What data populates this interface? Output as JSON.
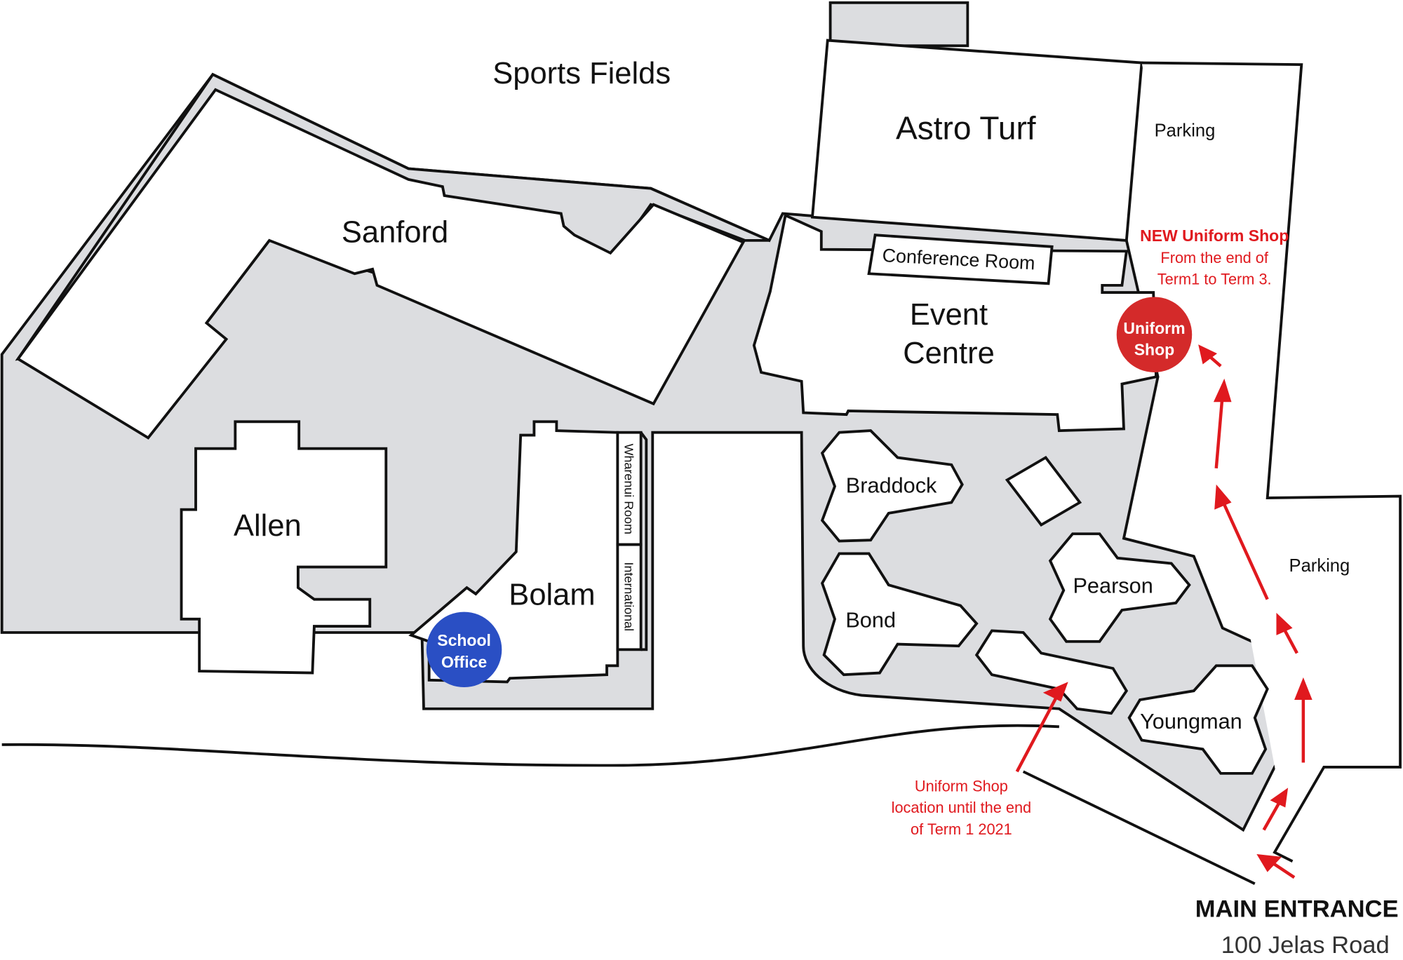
{
  "map": {
    "labels": {
      "sports_fields": "Sports Fields",
      "astro_turf": "Astro Turf",
      "parking_top": "Parking",
      "parking_right": "Parking",
      "sanford": "Sanford",
      "conference_room": "Conference Room",
      "event_centre_1": "Event",
      "event_centre_2": "Centre",
      "allen": "Allen",
      "bolam": "Bolam",
      "wharenui_room": "Wharenui Room",
      "international": "International",
      "braddock": "Braddock",
      "bond": "Bond",
      "pearson": "Pearson",
      "youngman": "Youngman"
    },
    "school_office": {
      "line1": "School",
      "line2": "Office",
      "color": "#2a4fc4"
    },
    "uniform_shop_marker": {
      "line1": "Uniform",
      "line2": "Shop",
      "color": "#d42a2a"
    },
    "new_uniform_note": {
      "line1": "NEW Uniform Shop",
      "line2": "From the end of",
      "line3": "Term1 to Term 3."
    },
    "old_uniform_note": {
      "line1": "Uniform Shop",
      "line2": "location until the end",
      "line3": "of Term 1 2021"
    },
    "entrance": {
      "title": "MAIN ENTRANCE",
      "address": "100 Jelas Road"
    },
    "colors": {
      "arrow": "#e0191e",
      "ground": "#dcdde0"
    }
  }
}
